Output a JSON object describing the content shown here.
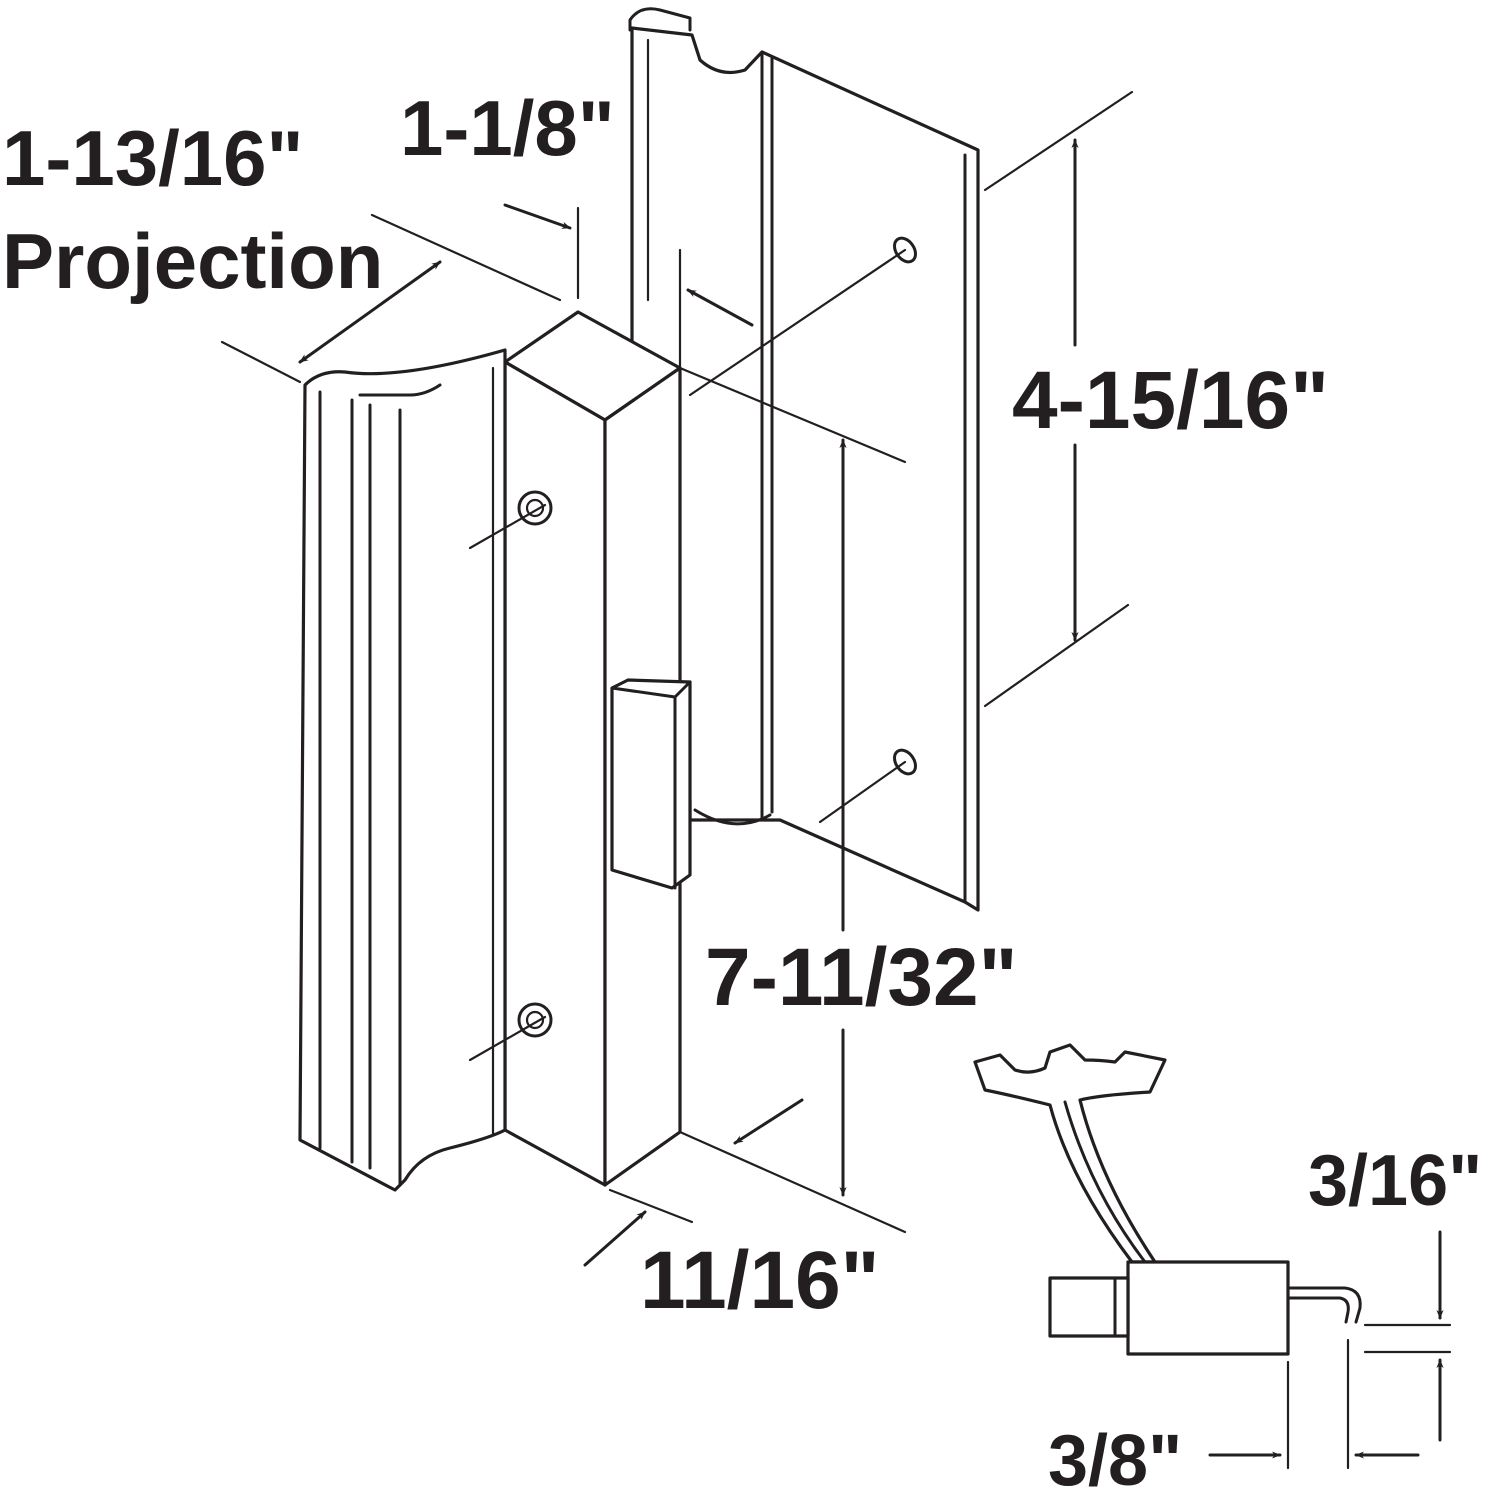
{
  "dimensions": {
    "projection_value": "1-13/16\"",
    "projection_label": "Projection",
    "width_top": "1-1/8\"",
    "plate_height": "4-15/16\"",
    "handle_length": "7-11/32\"",
    "base_width": "11/16\"",
    "latch_gap": "3/16\"",
    "latch_width": "3/8\""
  },
  "colors": {
    "line": "#231f20",
    "background": "#ffffff"
  }
}
